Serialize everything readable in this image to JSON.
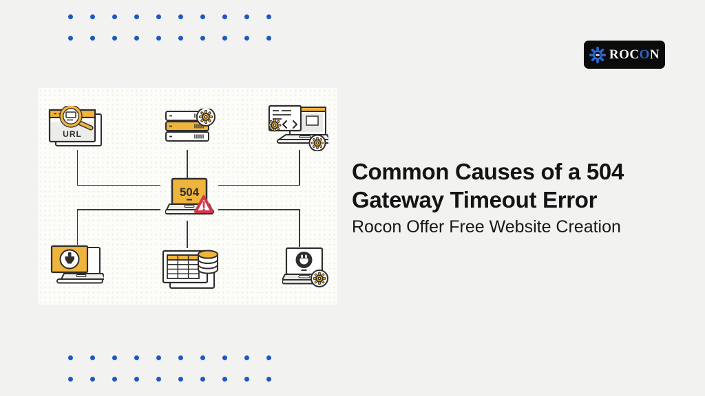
{
  "page": {
    "background_color": "#f2f2f0"
  },
  "decor": {
    "dot_color": "#1d57c2",
    "dot_rows": 2,
    "dot_cols": 10
  },
  "logo": {
    "alt": "ROCON",
    "background_color": "#0b0b0c",
    "gear_icon": "gear-camera-icon",
    "gear_color": "#2d67cf",
    "parts": [
      {
        "text": "ROC",
        "color": "#f5f5f5"
      },
      {
        "text": "O",
        "color": "#2d67cf"
      },
      {
        "text": "N",
        "color": "#f5f5f5"
      }
    ]
  },
  "heading": {
    "title_line1": "Common Causes of a 504",
    "title_line2": "Gateway Timeout Error",
    "subtitle": "Rocon Offer Free Website Creation",
    "title_color": "#141414"
  },
  "diagram": {
    "center": {
      "label": "504",
      "icon": "laptop-error-warning"
    },
    "nodes": [
      {
        "id": "url-browser",
        "icon": "browser-url-magnifier-icon",
        "label": "URL"
      },
      {
        "id": "server-stack",
        "icon": "server-rack-gear-icon"
      },
      {
        "id": "code-editor",
        "icon": "laptop-code-gear-icon"
      },
      {
        "id": "theme-editor",
        "icon": "laptop-paintbrush-icon"
      },
      {
        "id": "database-table",
        "icon": "spreadsheet-database-icon"
      },
      {
        "id": "plugin",
        "icon": "laptop-plugin-gear-icon"
      }
    ],
    "colors": {
      "accent_gold": "#efb43c",
      "outline": "#2f2e2c",
      "warning_red": "#d23649",
      "panel_background": "#fcfcf9"
    }
  }
}
